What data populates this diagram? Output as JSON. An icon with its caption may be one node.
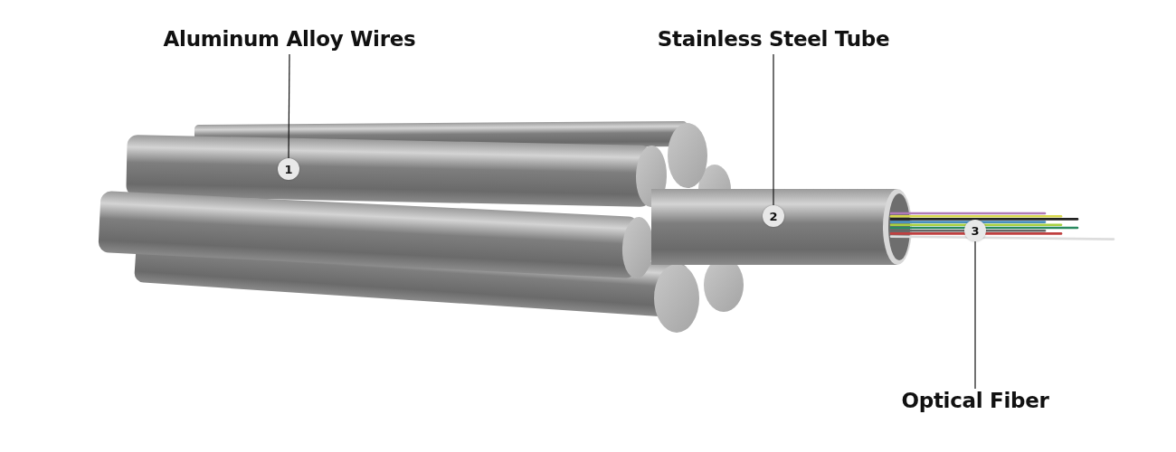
{
  "diagram": {
    "nodes": [
      {
        "text": [
          "Aluminum Alloy Wires"
        ]
      },
      {
        "text": [
          "1"
        ]
      },
      {
        "text": [
          "Stainless Steel Tube"
        ]
      },
      {
        "text": [
          "2"
        ]
      },
      {
        "text": [
          "Optical Fiber"
        ]
      },
      {
        "text": [
          "3"
        ]
      }
    ],
    "edges": [
      {
        "from": 0,
        "to": 1,
        "arrow": "none"
      },
      {
        "from": 2,
        "to": 3,
        "arrow": "none"
      },
      {
        "from": 4,
        "to": 5,
        "arrow": "none"
      }
    ]
  }
}
